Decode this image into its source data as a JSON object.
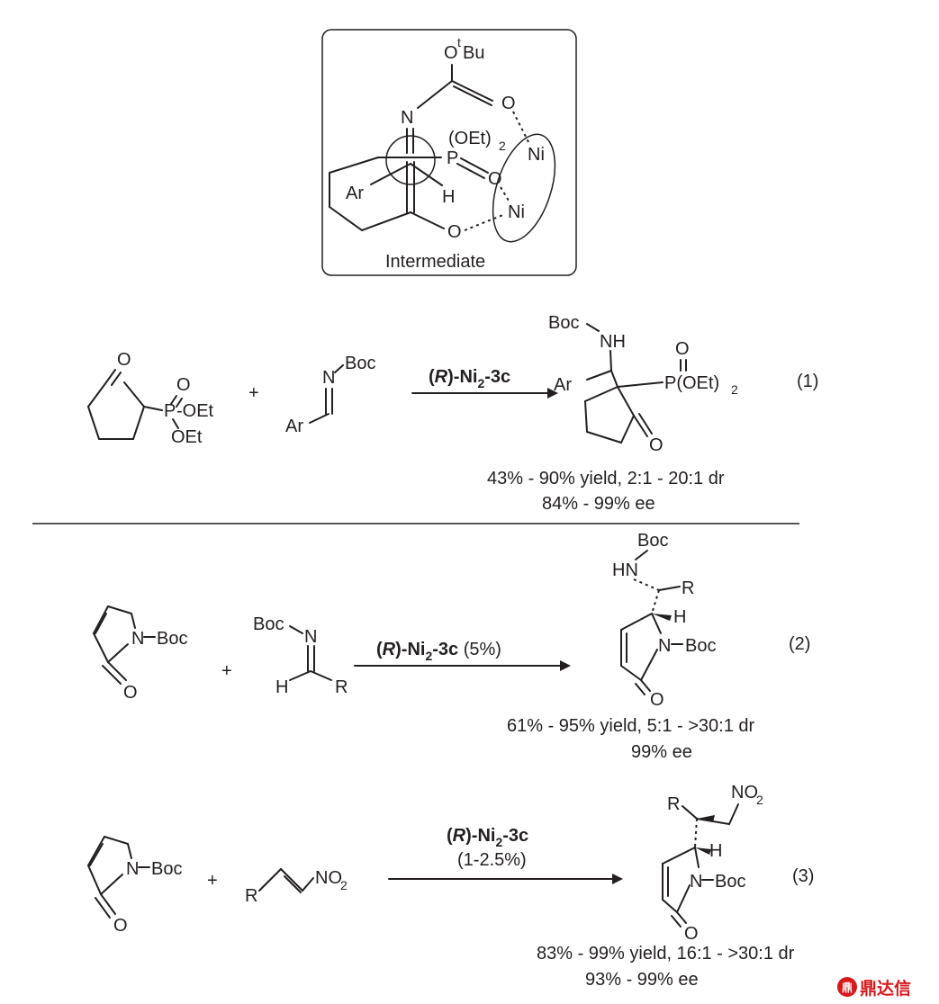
{
  "intermediate": {
    "caption": "Intermediate",
    "atoms": {
      "tbu_o": "O",
      "tbu_t": "t",
      "tbu_bu": "Bu",
      "o_carbonyl": "O",
      "n": "N",
      "oet2": "(OEt)",
      "oet2_sub": "2",
      "p": "P",
      "o_phos": "O",
      "ni_top": "Ni",
      "ni_bottom": "Ni",
      "ar": "Ar",
      "h": "H",
      "o_enolate": "O"
    }
  },
  "reaction1": {
    "number": "(1)",
    "catalyst_prefix": "(",
    "catalyst_R": "R",
    "catalyst_mid": ")-Ni",
    "catalyst_sub": "2",
    "catalyst_suffix": "-3c",
    "sm1": {
      "o": "O",
      "p": "P",
      "o_p": "O",
      "oet1": "-OEt",
      "oet2": "OEt"
    },
    "plus": "+",
    "sm2": {
      "n": "N",
      "boc": "Boc",
      "ar": "Ar"
    },
    "product": {
      "boc": "Boc",
      "nh": "NH",
      "ar": "Ar",
      "o_p": "O",
      "p": "P(OEt)",
      "p_sub": "2",
      "o_k": "O"
    },
    "yield": "43% - 90% yield, 2:1 - 20:1 dr",
    "ee": "84% - 99% ee"
  },
  "reaction2": {
    "number": "(2)",
    "catalyst_prefix": "(",
    "catalyst_R": "R",
    "catalyst_mid": ")-Ni",
    "catalyst_sub": "2",
    "catalyst_suffix": "-3c",
    "loading": " (5%)",
    "sm1": {
      "n": "N",
      "boc": "Boc",
      "o": "O"
    },
    "plus": "+",
    "sm2": {
      "boc": "Boc",
      "n": "N",
      "h": "H",
      "r": "R"
    },
    "product": {
      "boc_top": "Boc",
      "hn": "HN",
      "r": "R",
      "h": "H",
      "n": "N",
      "boc": "Boc",
      "o": "O"
    },
    "yield": "61% - 95% yield, 5:1 - >30:1 dr",
    "ee": "99% ee"
  },
  "reaction3": {
    "number": "(3)",
    "catalyst_prefix": "(",
    "catalyst_R": "R",
    "catalyst_mid": ")-Ni",
    "catalyst_sub": "2",
    "catalyst_suffix": "-3c",
    "loading": "(1-2.5%)",
    "sm1": {
      "n": "N",
      "boc": "Boc",
      "o": "O"
    },
    "plus": "+",
    "sm2": {
      "r": "R",
      "no2": "NO",
      "no2_sub": "2"
    },
    "product": {
      "r": "R",
      "no2": "NO",
      "no2_sub": "2",
      "h": "H",
      "n": "N",
      "boc": "Boc",
      "o": "O"
    },
    "yield": "83% - 99% yield, 16:1 - >30:1 dr",
    "ee": "93% - 99% ee"
  },
  "watermark": {
    "icon": "鼎",
    "text": "鼎达信"
  },
  "colors": {
    "ink": "#231f20",
    "watermark": "#d7191c"
  }
}
